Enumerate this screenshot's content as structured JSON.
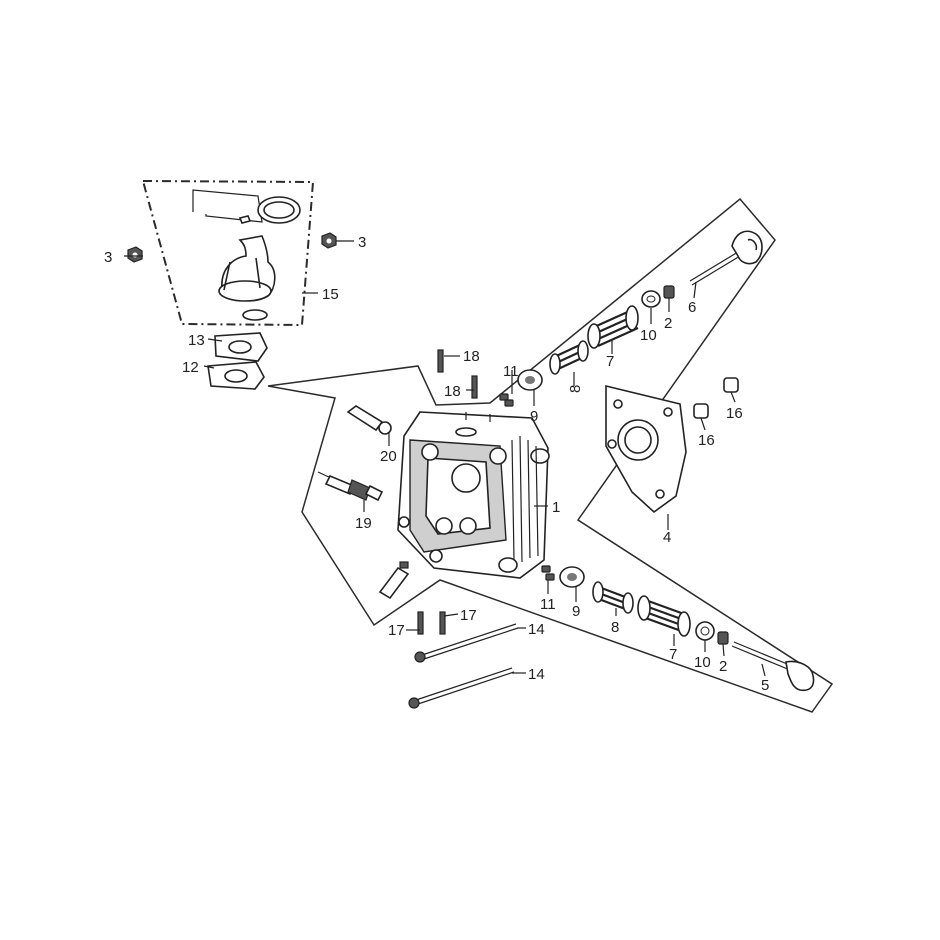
{
  "diagram": {
    "callouts": [
      "1",
      "2",
      "3",
      "4",
      "5",
      "6",
      "7",
      "8",
      "9",
      "10",
      "11",
      "12",
      "13",
      "14",
      "15",
      "16",
      "17",
      "18",
      "19",
      "20"
    ]
  },
  "colors": {
    "line": "#222222",
    "fill_dark": "#555555",
    "fill_light": "#cfcfcf",
    "background": "#ffffff"
  }
}
